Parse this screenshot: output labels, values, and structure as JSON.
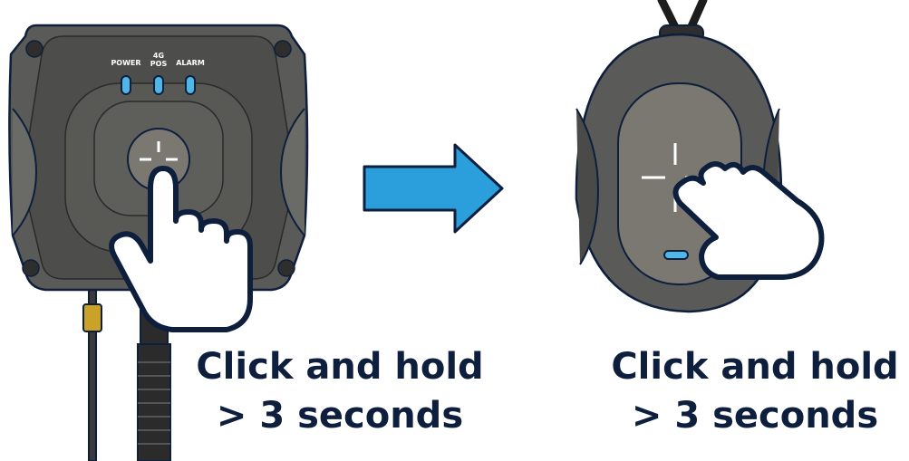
{
  "device_left": {
    "leds": [
      {
        "label_top": "",
        "label": "POWER"
      },
      {
        "label_top": "4G",
        "label": "POS"
      },
      {
        "label_top": "",
        "label": "ALARM"
      }
    ]
  },
  "captions": {
    "left": {
      "line1": "Click and hold",
      "line2": "> 3 seconds"
    },
    "right": {
      "line1": "Click and hold",
      "line2": "> 3 seconds"
    }
  },
  "colors": {
    "device_body": "#5a5a58",
    "device_dark": "#3c3c3b",
    "button_face": "#7a7870",
    "led_blue": "#4fb6e8",
    "arrow_blue": "#2a9fdc",
    "outline": "#0d1f3c",
    "caption_text": "#0d1f3c"
  },
  "icons": {
    "hand": "pointing-hand-icon",
    "arrow": "right-arrow-icon",
    "crosshair": "crosshair-icon"
  }
}
